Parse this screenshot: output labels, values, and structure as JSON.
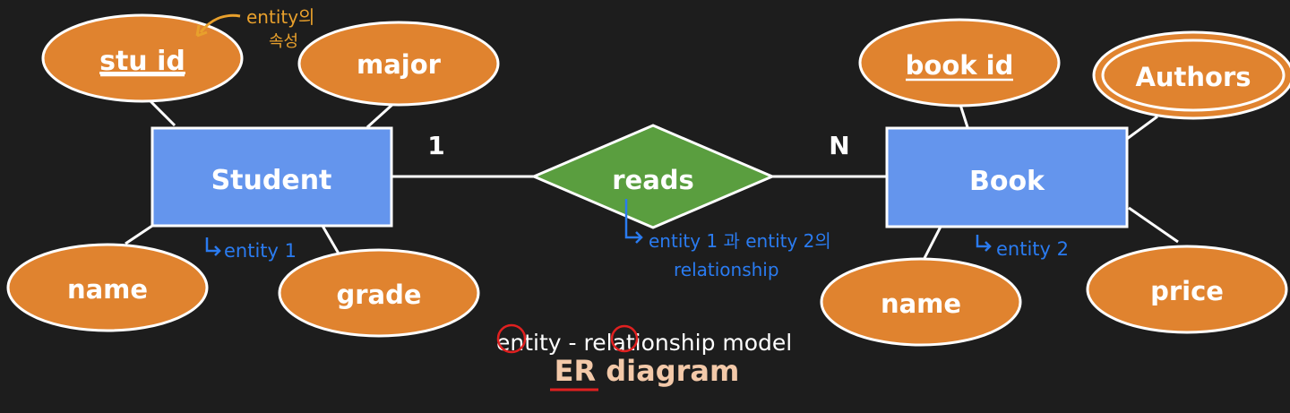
{
  "diagram": {
    "entities": [
      {
        "id": "student",
        "label": "Student"
      },
      {
        "id": "book",
        "label": "Book"
      }
    ],
    "relationship": {
      "label": "reads",
      "cardinality_left": "1",
      "cardinality_right": "N"
    },
    "attributes": {
      "stu_id": "stu id",
      "major": "major",
      "student_name": "name",
      "grade": "grade",
      "book_id": "book id",
      "authors": "Authors",
      "book_name": "name",
      "price": "price"
    },
    "annotations": {
      "attr_note_line1": "entity의",
      "attr_note_line2": "속성",
      "entity1_note": "entity 1",
      "rel_note_line1": "entity 1 과 entity 2의",
      "rel_note_line2": "relationship",
      "entity2_note": "entity 2",
      "model_line": "entity - relationship model",
      "footer_title": "ER diagram"
    },
    "colors": {
      "background": "#1d1d1d",
      "entity": "#6495ed",
      "relationship": "#5a9e3f",
      "attribute": "#e0832f",
      "annotation_blue": "#2a7bf0",
      "annotation_orange": "#e8a02c",
      "mark_red": "#e02020"
    }
  }
}
